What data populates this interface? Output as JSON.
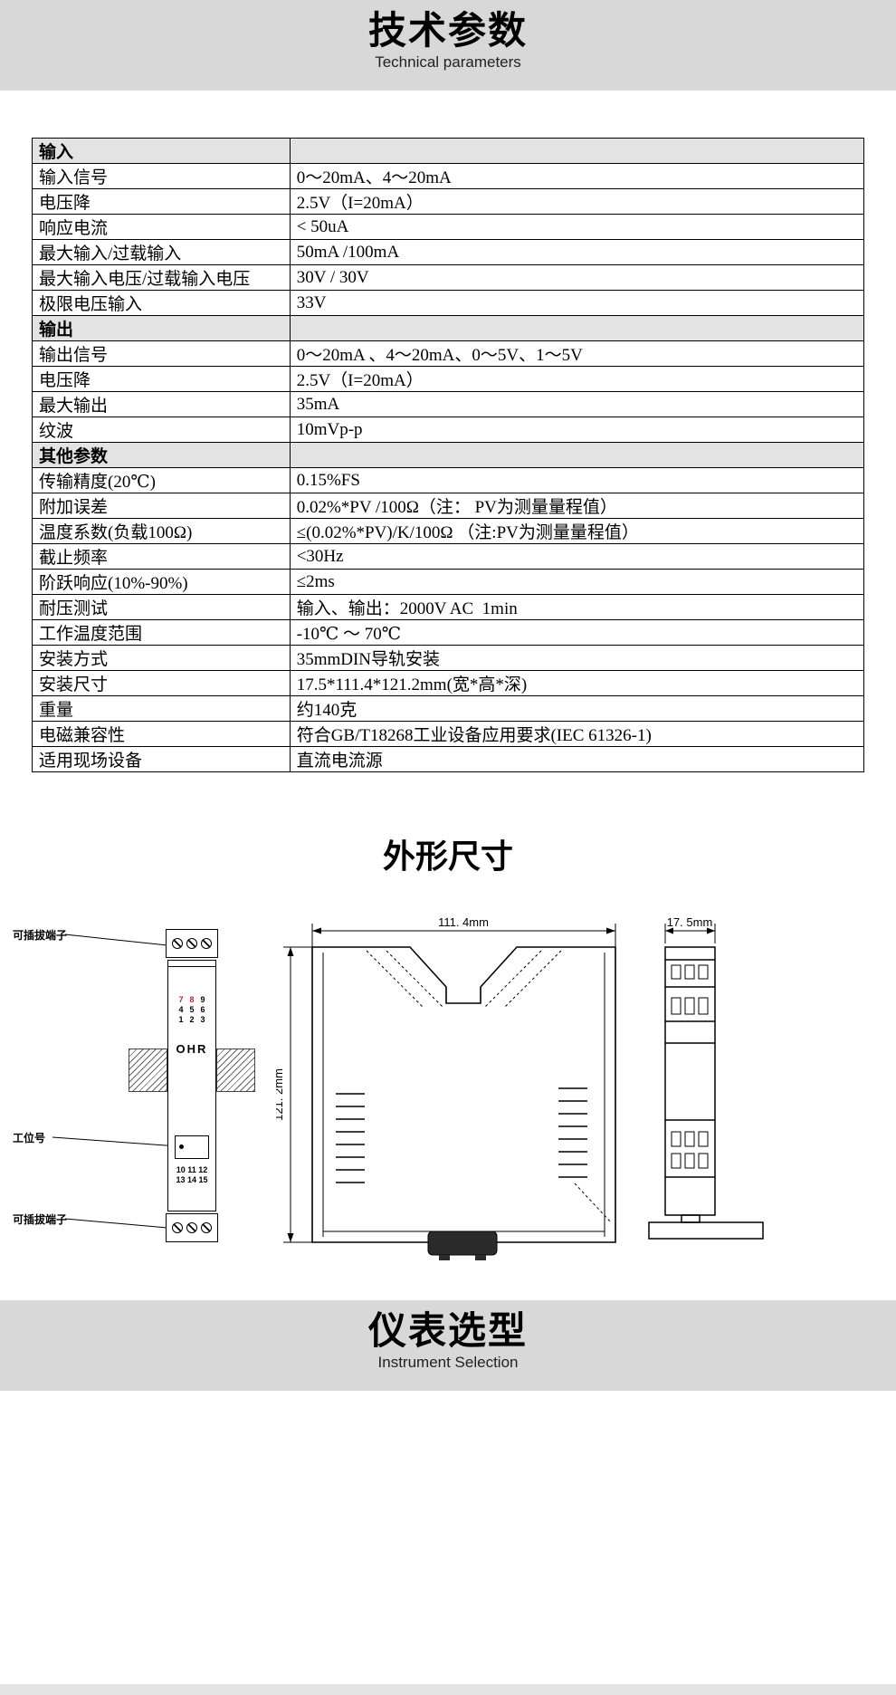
{
  "header": {
    "title": "技术参数",
    "subtitle": "Technical parameters"
  },
  "spec_table": {
    "rows": [
      {
        "type": "section",
        "label": "输入",
        "value": ""
      },
      {
        "type": "data",
        "label": "输入信号",
        "value": "0～20mA、4～20mA"
      },
      {
        "type": "data",
        "label": "电压降",
        "value": "2.5V（I=20mA）"
      },
      {
        "type": "data",
        "label": "响应电流",
        "value": "< 50uA"
      },
      {
        "type": "data",
        "label": "最大输入/过载输入",
        "value": "50mA /100mA"
      },
      {
        "type": "data",
        "label": "最大输入电压/过载输入电压",
        "value": "30V / 30V"
      },
      {
        "type": "data",
        "label": "极限电压输入",
        "value": "33V"
      },
      {
        "type": "section",
        "label": "输出",
        "value": ""
      },
      {
        "type": "data",
        "label": "输出信号",
        "value": "0～20mA 、4～20mA、0～5V、1～5V"
      },
      {
        "type": "data",
        "label": "电压降",
        "value": "2.5V（I=20mA）"
      },
      {
        "type": "data",
        "label": "最大输出",
        "value": "35mA"
      },
      {
        "type": "data",
        "label": "纹波",
        "value": "10mVp-p"
      },
      {
        "type": "section",
        "label": "其他参数",
        "value": ""
      },
      {
        "type": "data",
        "label": "传输精度(20℃)",
        "value": "0.15%FS"
      },
      {
        "type": "data",
        "label": "附加误差",
        "value": "0.02%*PV /100Ω（注： PV为测量量程值）"
      },
      {
        "type": "data",
        "label": "温度系数(负载100Ω)",
        "value": "≤(0.02%*PV)/K/100Ω （注:PV为测量量程值）"
      },
      {
        "type": "data",
        "label": "截止频率",
        "value": "<30Hz"
      },
      {
        "type": "data",
        "label": "阶跃响应(10%-90%)",
        "value": "≤2ms"
      },
      {
        "type": "data",
        "label": "耐压测试",
        "value": "输入、输出：2000V AC  1min"
      },
      {
        "type": "data",
        "label": "工作温度范围",
        "value": "-10℃ ～ 70℃"
      },
      {
        "type": "data",
        "label": "安装方式",
        "value": "35mmDIN导轨安装"
      },
      {
        "type": "data",
        "label": "安装尺寸",
        "value": "17.5*111.4*121.2mm(宽*高*深)"
      },
      {
        "type": "data",
        "label": "重量",
        "value": "约140克"
      },
      {
        "type": "data",
        "label": "电磁兼容性",
        "value": "符合GB/T18268工业设备应用要求(IEC 61326-1)"
      },
      {
        "type": "data",
        "label": "适用现场设备",
        "value": "直流电流源"
      }
    ]
  },
  "dimensions": {
    "title": "外形尺寸",
    "labels": {
      "terminal_top": "可插拔端子",
      "tag_number": "工位号",
      "terminal_bottom": "可插拔端子"
    },
    "dims": {
      "width": "111. 4mm",
      "height": "121. 2mm",
      "depth": "17. 5mm"
    },
    "front_view": {
      "brand": "OHR",
      "terminal_grid": [
        [
          {
            "t": "7",
            "red": true
          },
          {
            "t": "8",
            "red": true
          },
          {
            "t": "9",
            "red": false
          }
        ],
        [
          {
            "t": "4",
            "red": false
          },
          {
            "t": "5",
            "red": false
          },
          {
            "t": "6",
            "red": false
          }
        ],
        [
          {
            "t": "1",
            "red": false
          },
          {
            "t": "2",
            "red": false
          },
          {
            "t": "3",
            "red": false
          }
        ]
      ],
      "bottom_numbers": [
        "10 11 12",
        "13 14 15"
      ]
    },
    "colors": {
      "digit_red": "#cc2222"
    }
  },
  "selection": {
    "title": "仪表选型",
    "subtitle": "Instrument Selection"
  }
}
